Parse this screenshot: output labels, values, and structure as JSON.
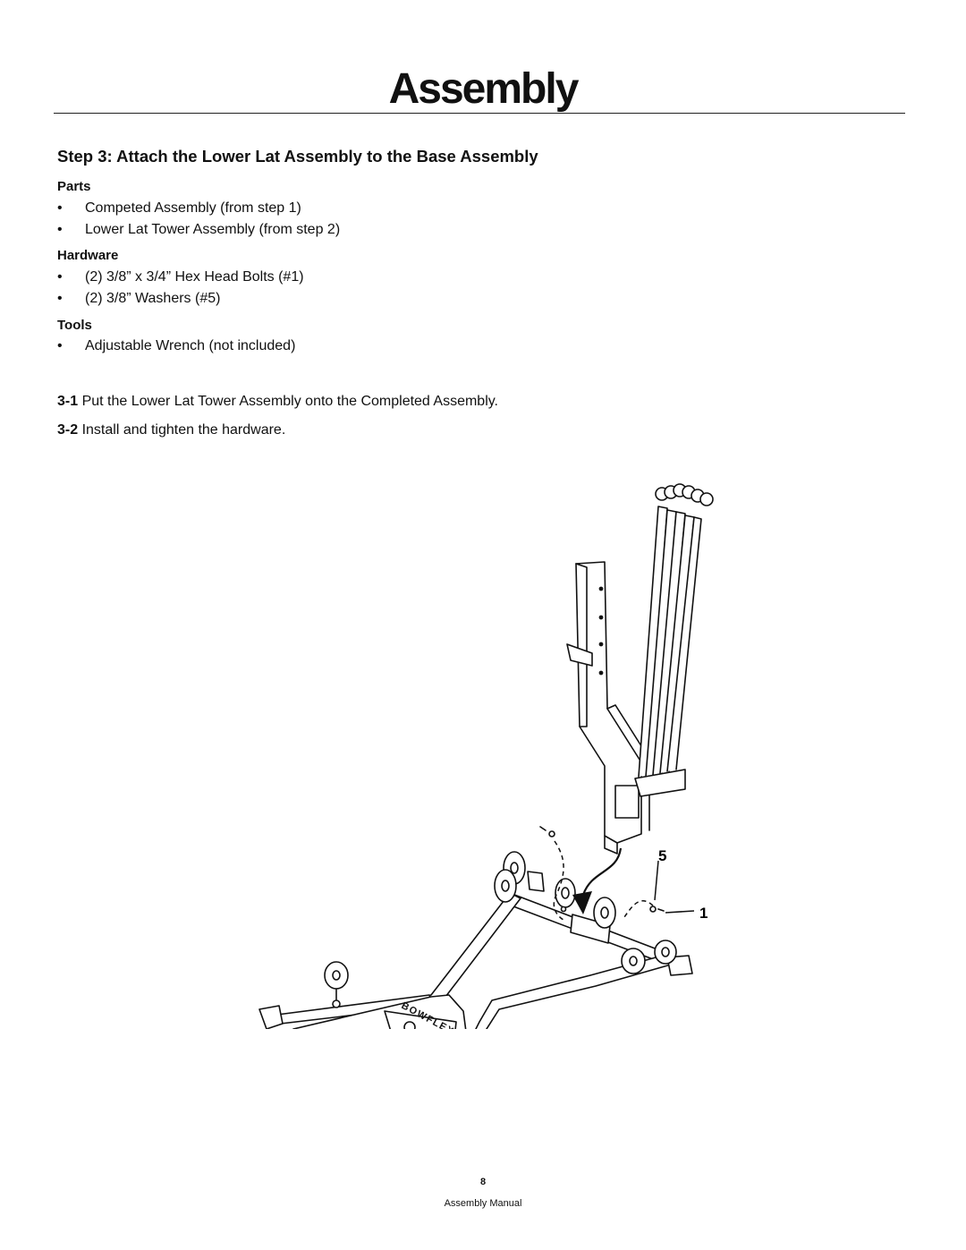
{
  "header": {
    "title": "Assembly"
  },
  "step": {
    "heading": "Step 3: Attach the Lower Lat Assembly to the Base Assembly"
  },
  "parts": {
    "label": "Parts",
    "items": [
      "Competed Assembly (from step 1)",
      "Lower Lat Tower Assembly (from step 2)"
    ]
  },
  "hardware": {
    "label": "Hardware",
    "items": [
      "(2) 3/8” x 3/4” Hex Head Bolts (#1)",
      "(2) 3/8” Washers (#5)"
    ]
  },
  "tools": {
    "label": "Tools",
    "items": [
      "Adjustable Wrench (not included)"
    ]
  },
  "instructions": [
    {
      "number": "3-1",
      "text": " Put the Lower Lat Tower Assembly onto the Completed Assembly."
    },
    {
      "number": "3-2",
      "text": " Install and tighten the hardware."
    }
  ],
  "diagram": {
    "callouts": {
      "washer": "5",
      "bolt": "1"
    },
    "logo_text": "BOWFLEX"
  },
  "footer": {
    "page_number": "8",
    "manual_name": "Assembly Manual"
  }
}
